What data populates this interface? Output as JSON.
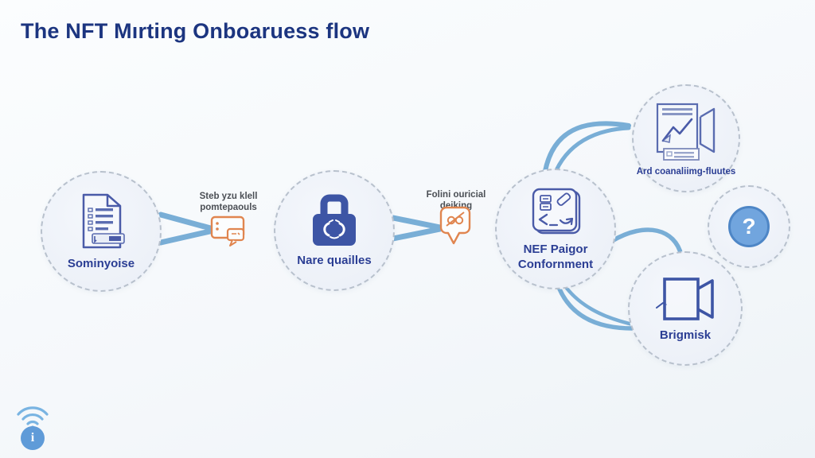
{
  "title": "The NFT Mırting Onboaruess flow",
  "colors": {
    "title_navy": "#1c3580",
    "node_label_navy": "#2b3e94",
    "icon_blue": "#42549e",
    "icon_blue_light": "#5a6cb0",
    "connector_blue": "#79aed6",
    "callout_orange": "#e0854f",
    "callout_text_gray": "#4b4f55",
    "help_blue": "#71a5de",
    "info_blue": "#5f9bd8",
    "node_fill": "#edf1f8",
    "node_border": "#b8c1cd"
  },
  "nodes": [
    {
      "label": "Sominyoise",
      "icon": "document-icon"
    },
    {
      "label": "Nare quailles",
      "icon": "padlock-icon"
    },
    {
      "label_line1": "NEF Paigor",
      "label_line2": "Confornment",
      "icon": "card-pencil-icon"
    },
    {
      "label": "Ard coanaliimg-fluutes",
      "icon": "chart-panel-icon"
    },
    {
      "label": "Brigmisk",
      "icon": "video-camera-icon"
    }
  ],
  "callouts": [
    {
      "line1": "Steb yzu klell",
      "line2": "pomtepaouls",
      "icon": "chat-card-icon"
    },
    {
      "line1": "Folini ouricial",
      "line2": "deiking",
      "icon": "pin-pencil-icon"
    }
  ],
  "help": {
    "glyph": "?"
  },
  "footer": {
    "info_glyph": "i",
    "icon": "wifi-icon"
  }
}
